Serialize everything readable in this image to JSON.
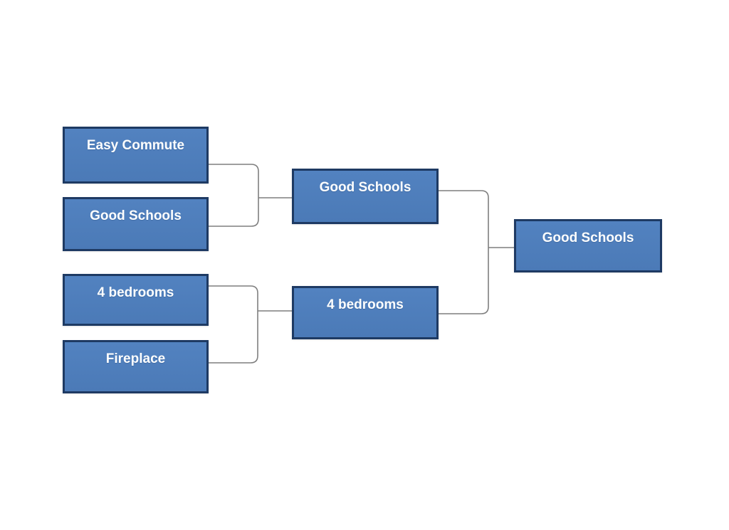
{
  "diagram": {
    "type": "merge-bracket-hierarchy",
    "background": "#ffffff",
    "colors": {
      "node_fill": "#4d7ebd",
      "node_border": "#1e3a63",
      "node_text": "#ffffff",
      "connector": "#7f7f7f"
    },
    "nodes": [
      {
        "id": "left-easy-commute",
        "label": "Easy Commute",
        "column": 1
      },
      {
        "id": "left-good-schools",
        "label": "Good Schools",
        "column": 1
      },
      {
        "id": "left-4-bedrooms",
        "label": "4 bedrooms",
        "column": 1
      },
      {
        "id": "left-fireplace",
        "label": "Fireplace",
        "column": 1
      },
      {
        "id": "mid-good-schools",
        "label": "Good Schools",
        "column": 2
      },
      {
        "id": "mid-4-bedrooms",
        "label": "4 bedrooms",
        "column": 2
      },
      {
        "id": "right-good-schools",
        "label": "Good Schools",
        "column": 3
      }
    ],
    "edges": [
      {
        "from": [
          "left-easy-commute",
          "left-good-schools"
        ],
        "to": "mid-good-schools"
      },
      {
        "from": [
          "left-4-bedrooms",
          "left-fireplace"
        ],
        "to": "mid-4-bedrooms"
      },
      {
        "from": [
          "mid-good-schools",
          "mid-4-bedrooms"
        ],
        "to": "right-good-schools"
      }
    ]
  }
}
